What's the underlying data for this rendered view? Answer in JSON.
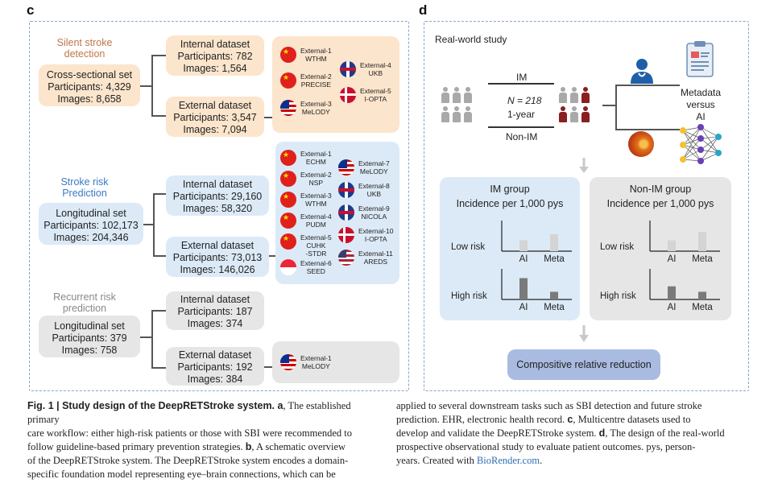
{
  "panel_c": {
    "letter": "c",
    "silent": {
      "title_lines": [
        "Silent stroke",
        "detection"
      ],
      "main_lines": [
        "Cross-sectional set",
        "Participants: 4,329",
        "Images: 8,658"
      ],
      "internal_lines": [
        "Internal dataset",
        "Participants: 782",
        "Images: 1,564"
      ],
      "external_lines": [
        "External dataset",
        "Participants: 3,547",
        "Images: 7,094"
      ],
      "flags": [
        {
          "flag": "cn-flag-icon",
          "lines": [
            "External-1",
            "WTHM"
          ]
        },
        {
          "flag": "cn-flag-icon",
          "lines": [
            "External-2",
            "PRECISE"
          ]
        },
        {
          "flag": "my-flag-icon",
          "lines": [
            "External-3",
            "MeLODY"
          ]
        },
        {
          "flag": "uk-flag-icon",
          "lines": [
            "External-4",
            "UKB"
          ]
        },
        {
          "flag": "dk-flag-icon",
          "lines": [
            "External-5",
            "I-OPTA"
          ]
        }
      ]
    },
    "risk": {
      "title_lines": [
        "Stroke risk",
        "Prediction"
      ],
      "main_lines": [
        "Longitudinal set",
        "Participants: 102,173",
        "Images: 204,346"
      ],
      "internal_lines": [
        "Internal dataset",
        "Participants: 29,160",
        "Images: 58,320"
      ],
      "external_lines": [
        "External dataset",
        "Participants: 73,013",
        "Images: 146,026"
      ],
      "flags_left": [
        {
          "flag": "cn-flag-icon",
          "lines": [
            "External-1",
            "ECHM"
          ]
        },
        {
          "flag": "cn-flag-icon",
          "lines": [
            "External-2",
            "NSP"
          ]
        },
        {
          "flag": "cn-flag-icon",
          "lines": [
            "External-3",
            "WTHM"
          ]
        },
        {
          "flag": "cn-flag-icon",
          "lines": [
            "External-4",
            "PUDM"
          ]
        },
        {
          "flag": "cn-flag-icon",
          "lines": [
            "External-5",
            "CUHK",
            "-STDR"
          ]
        },
        {
          "flag": "sg-flag-icon",
          "lines": [
            "External-6",
            "SEED"
          ]
        }
      ],
      "flags_right": [
        {
          "flag": "my-flag-icon",
          "lines": [
            "External-7",
            "MeLODY"
          ]
        },
        {
          "flag": "uk-flag-icon",
          "lines": [
            "External-8",
            "UKB"
          ]
        },
        {
          "flag": "uk-flag-icon",
          "lines": [
            "External-9",
            "NICOLA"
          ]
        },
        {
          "flag": "dk-flag-icon",
          "lines": [
            "External-10",
            "I-OPTA"
          ]
        },
        {
          "flag": "us-flag-icon",
          "lines": [
            "External-11",
            "AREDS"
          ]
        }
      ]
    },
    "recurrent": {
      "title_lines": [
        "Recurrent risk",
        "prediction"
      ],
      "main_lines": [
        "Longitudinal set",
        "Participants: 379",
        "Images: 758"
      ],
      "internal_lines": [
        "Internal dataset",
        "Participants: 187",
        "Images: 374"
      ],
      "external_lines": [
        "External dataset",
        "Participants: 192",
        "Images: 384"
      ],
      "flags": [
        {
          "flag": "my-flag-icon",
          "lines": [
            "External-1",
            "MeLODY"
          ]
        }
      ]
    }
  },
  "panel_d": {
    "letter": "d",
    "study_title": "Real-world study",
    "im_label": "IM",
    "non_im_label": "Non-IM",
    "n_label": "N = 218",
    "duration_label": "1-year",
    "metadata_lines": [
      "Metadata",
      "versus",
      "AI"
    ],
    "im_group": {
      "title": "IM group",
      "subtitle": "Incidence per 1,000 pys"
    },
    "non_im_group": {
      "title": "Non-IM group",
      "subtitle": "Incidence per 1,000 pys"
    },
    "low_risk_label": "Low risk",
    "high_risk_label": "High risk",
    "ai_label": "AI",
    "meta_label": "Meta",
    "charts": [
      {
        "group": "IM",
        "risk": "Low risk",
        "values": {
          "AI": 0.4,
          "Meta": 0.62
        }
      },
      {
        "group": "IM",
        "risk": "High risk",
        "values": {
          "AI": 0.78,
          "Meta": 0.28
        }
      },
      {
        "group": "Non-IM",
        "risk": "Low risk",
        "values": {
          "AI": 0.4,
          "Meta": 0.7
        }
      },
      {
        "group": "Non-IM",
        "risk": "High risk",
        "values": {
          "AI": 0.48,
          "Meta": 0.28
        }
      }
    ],
    "bar_colors": {
      "low": "#d4d4d4",
      "high": "#7a7a7a"
    },
    "outcome": "Compositive relative reduction"
  },
  "caption": {
    "left": [
      {
        "bold": "Fig. 1 | Study design of the DeepRETStroke system. ",
        "rest": "",
        "bold2": "a",
        "rest2": ", The established primary"
      },
      {
        "text": "care workflow: either high-risk patients or those with SBI were recommended to"
      },
      {
        "text": "follow guideline-based primary prevention strategies. ",
        "bold": "b",
        "rest": ", A schematic overview"
      },
      {
        "text": "of the DeepRETStroke system. The DeepRETStroke system encodes a domain-"
      },
      {
        "text": "specific foundation model representing eye–brain connections, which can be"
      }
    ],
    "right": [
      {
        "text": "applied to several downstream tasks such as SBI detection and future stroke"
      },
      {
        "text": "prediction. EHR, electronic health record. ",
        "bold": "c",
        "rest": ", Multicentre datasets used to"
      },
      {
        "text": "develop and validate the DeepRETStroke system. ",
        "bold": "d",
        "rest": ", The design of the real-world"
      },
      {
        "text": "prospective observational study to evaluate patient outcomes. pys, person-"
      },
      {
        "text": "years. Created with ",
        "link": "BioRender.com",
        "rest": "."
      }
    ]
  }
}
